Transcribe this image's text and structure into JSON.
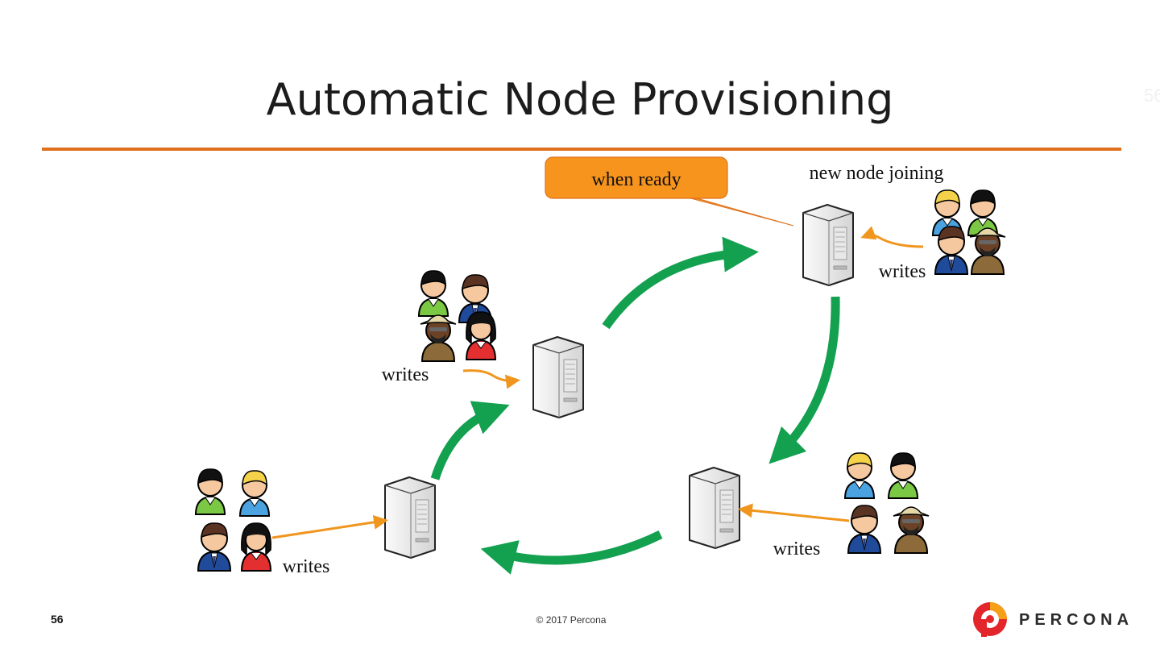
{
  "slide": {
    "title": "Automatic Node Provisioning",
    "number": "56",
    "copyright": "© 2017 Percona",
    "ghost_digits": "5\n6"
  },
  "diagram": {
    "callout": "when ready",
    "new_node_label": "new node joining",
    "writes_labels": [
      "writes",
      "writes",
      "writes",
      "writes"
    ]
  },
  "logo": {
    "wordmark": "PERCONA"
  },
  "colors": {
    "accent_rule": "#e0701d",
    "ring_arrow": "#13a150",
    "write_arrow": "#f0961e",
    "callout_fill": "#f7941d",
    "logo_red": "#e3262b",
    "logo_orange": "#f6a01a"
  }
}
